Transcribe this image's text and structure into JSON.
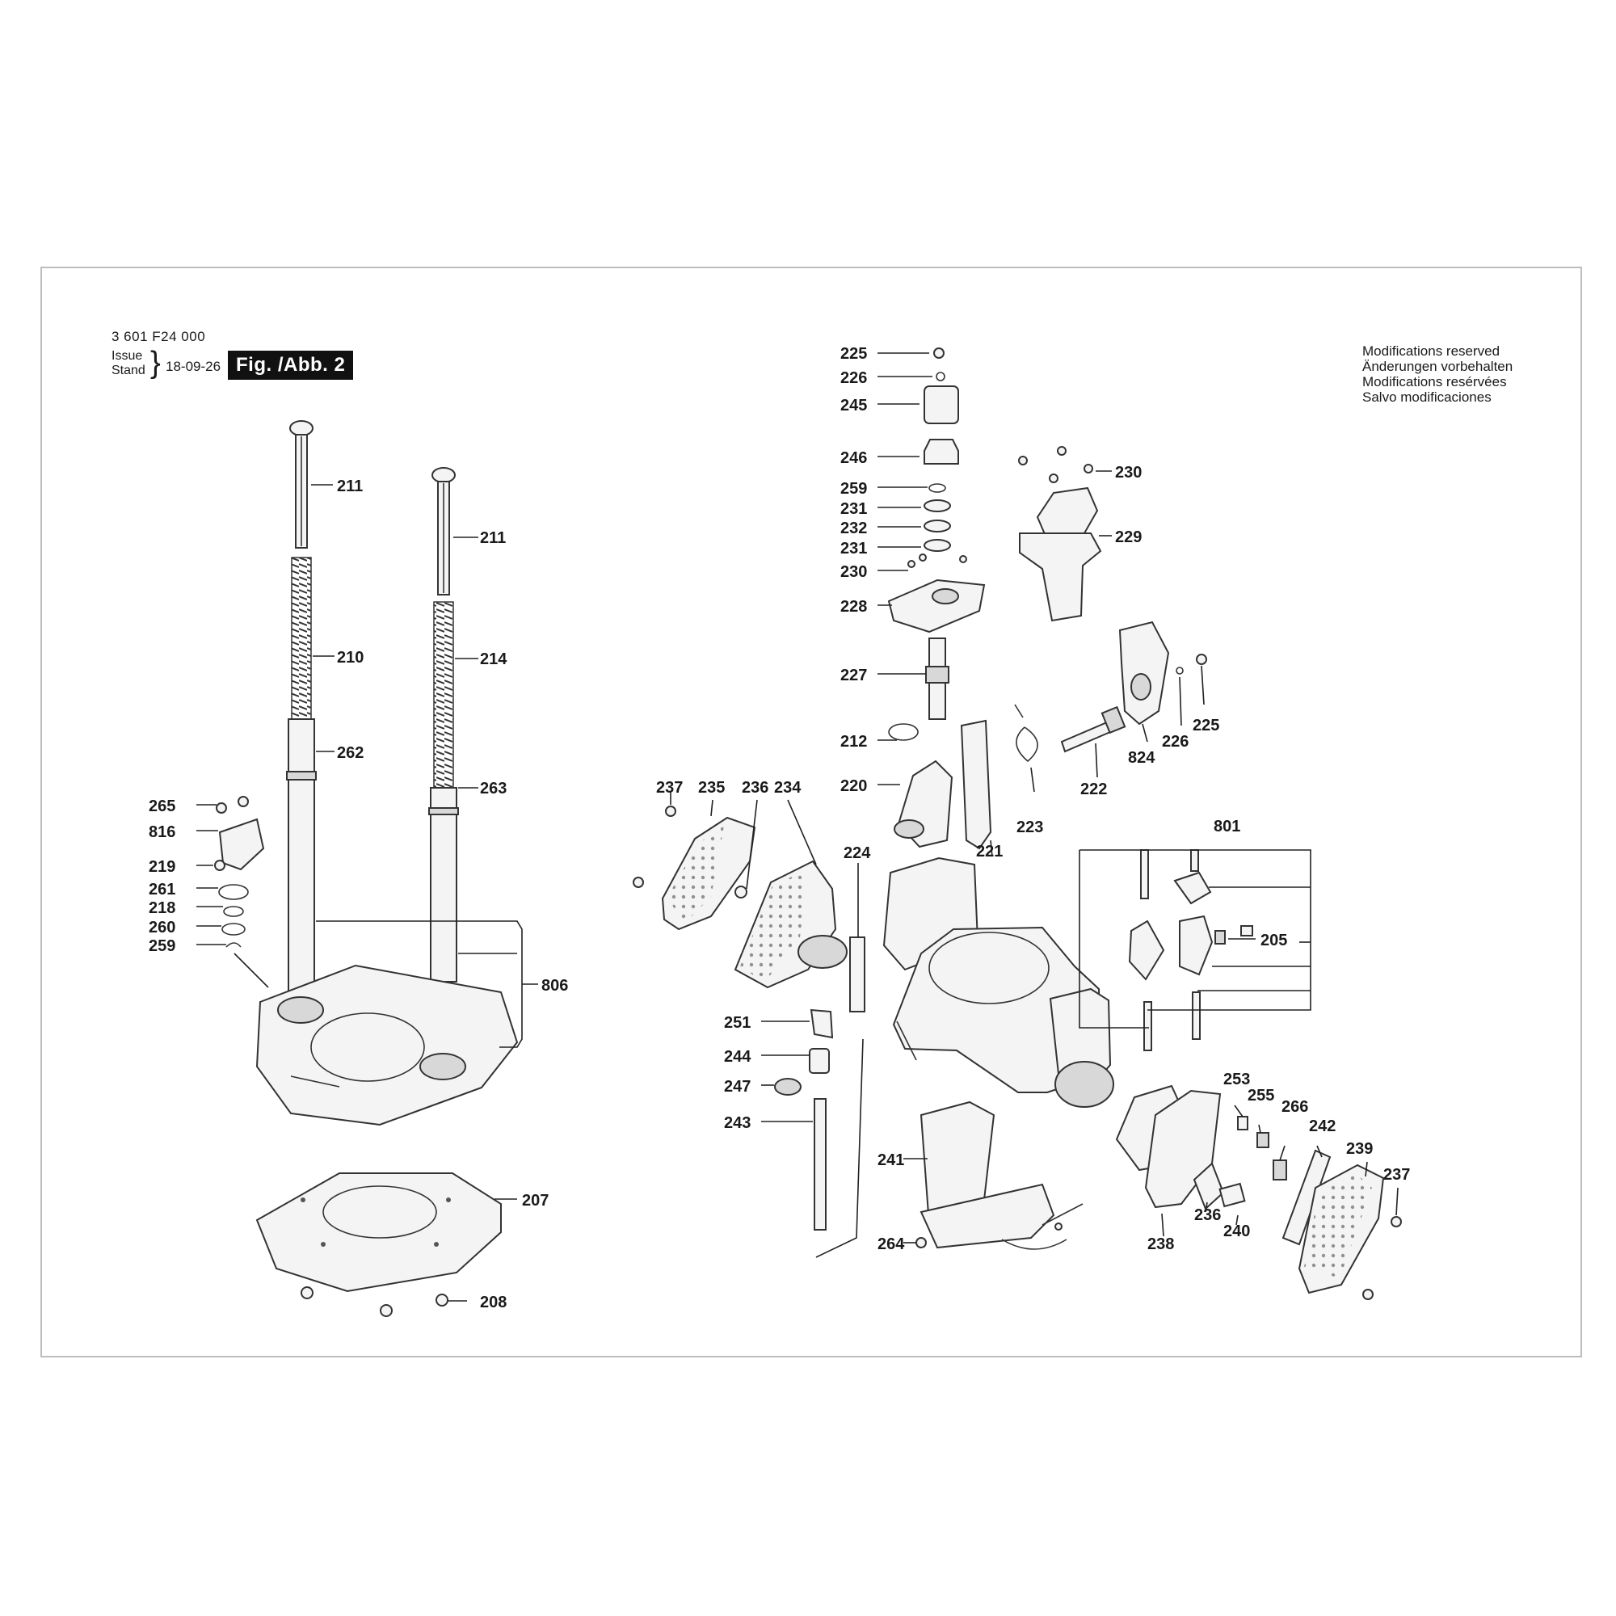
{
  "header": {
    "doc_number": "3 601 F24 000",
    "issue_label": "Issue",
    "stand_label": "Stand",
    "issue_date": "18-09-26",
    "figure_label": "Fig. /Abb. 2"
  },
  "notice": [
    "Modifications reserved",
    "Änderungen vorbehalten",
    "Modifications resérvées",
    "Salvo modificaciones"
  ],
  "callouts": {
    "c211a": "211",
    "c211b": "211",
    "c210": "210",
    "c214": "214",
    "c262": "262",
    "c263": "263",
    "c265": "265",
    "c816": "816",
    "c219": "219",
    "c261": "261",
    "c218": "218",
    "c260": "260",
    "c259a": "259",
    "c806": "806",
    "c207": "207",
    "c208": "208",
    "c225a": "225",
    "c226a": "226",
    "c245": "245",
    "c246": "246",
    "c259b": "259",
    "c231a": "231",
    "c232": "232",
    "c231b": "231",
    "c230a": "230",
    "c228": "228",
    "c227": "227",
    "c212": "212",
    "c220": "220",
    "c230b": "230",
    "c229": "229",
    "c225b": "225",
    "c226b": "226",
    "c824": "824",
    "c222": "222",
    "c223": "223",
    "c221": "221",
    "c237a": "237",
    "c235": "235",
    "c236a": "236",
    "c234": "234",
    "c224": "224",
    "c801": "801",
    "c205": "205",
    "c251": "251",
    "c244": "244",
    "c247": "247",
    "c243": "243",
    "c241": "241",
    "c264": "264",
    "c253": "253",
    "c255": "255",
    "c266": "266",
    "c242": "242",
    "c239": "239",
    "c237b": "237",
    "c236b": "236",
    "c240": "240",
    "c238": "238"
  }
}
